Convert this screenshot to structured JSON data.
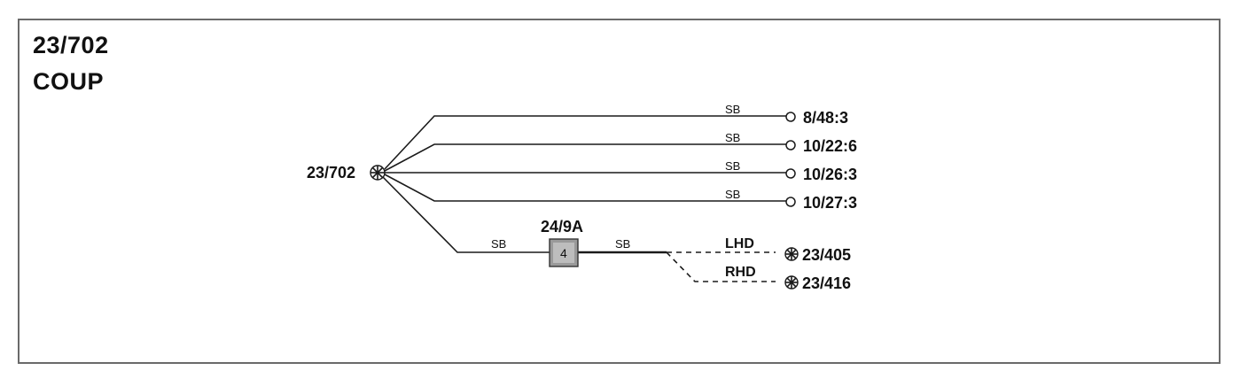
{
  "header": {
    "id": "23/702",
    "name": "COUP"
  },
  "splice": {
    "label": "23/702"
  },
  "wires": [
    {
      "color_code": "SB",
      "terminal": "8/48:3"
    },
    {
      "color_code": "SB",
      "terminal": "10/22:6"
    },
    {
      "color_code": "SB",
      "terminal": "10/26:3"
    },
    {
      "color_code": "SB",
      "terminal": "10/27:3"
    }
  ],
  "connector": {
    "label": "24/9A",
    "pin": "4",
    "wire_in": "SB",
    "wire_out": "SB"
  },
  "variants": [
    {
      "label": "LHD",
      "terminal": "23/405"
    },
    {
      "label": "RHD",
      "terminal": "23/416"
    }
  ]
}
